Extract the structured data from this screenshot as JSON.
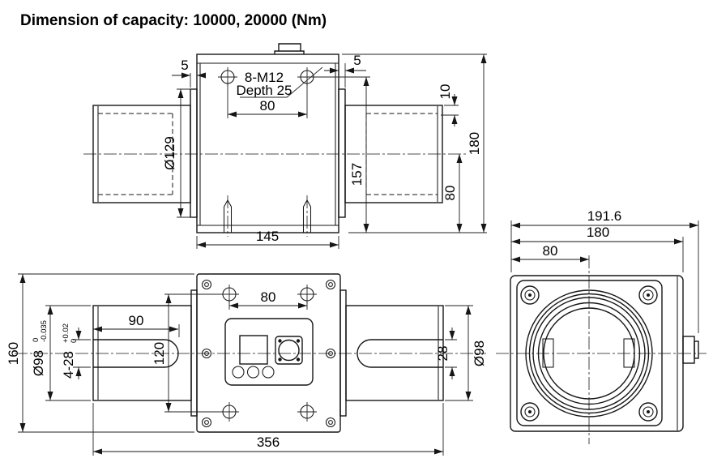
{
  "title": "Dimension of capacity: 10000, 20000 (Nm)",
  "colors": {
    "line": "#161616",
    "background": "#ffffff"
  },
  "top_view": {
    "flange_offset_left": "5",
    "flange_offset_right": "5",
    "thread_note_line1": "8-M12",
    "thread_note_line2": "Depth 25",
    "bolt_spacing": "80",
    "flange_diameter": "Ø129",
    "keyway_depth": "10",
    "overall_height": "180",
    "hole_to_base": "157",
    "axis_to_base": "80",
    "body_width": "145"
  },
  "front_view": {
    "overall_height": "160",
    "shaft_diameter_left": "Ø98",
    "shaft_tol_upper": "0",
    "shaft_tol_lower": "-0.035",
    "keyway_spec": "4-28",
    "keyway_tol_upper": "+0.02",
    "keyway_tol_lower": "0",
    "keyway_length": "90",
    "bolt_spacing_vertical": "120",
    "bolt_spacing_horizontal": "80",
    "keyway_width": "28",
    "shaft_diameter_right": "Ø98",
    "overall_length": "356"
  },
  "end_view": {
    "overall_width": "191.6",
    "body_width": "180",
    "axis_offset": "80"
  }
}
